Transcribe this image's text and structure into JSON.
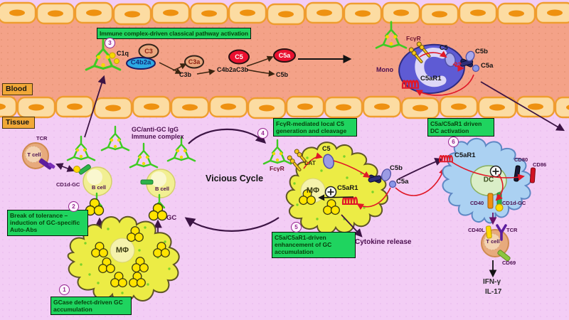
{
  "regions": {
    "blood": "Blood",
    "tissue": "Tissue"
  },
  "steps": {
    "s1": {
      "num": "1",
      "text": "GCase defect-driven GC accumulation"
    },
    "s2": {
      "num": "2",
      "text": "Break of tolerance – induction of GC-specific Auto-Abs"
    },
    "s3": {
      "num": "3",
      "text": "Immune complex-driven classical pathway activation"
    },
    "s4": {
      "num": "4",
      "text": "FcγR-mediated local C5 generation and cleavage"
    },
    "s5": {
      "num": "5",
      "text": "C5a/C5aR1-driven enhancement of GC accumulation"
    },
    "s6": {
      "num": "6",
      "text": "C5a/C5aR1 driven DC activation"
    }
  },
  "complement": {
    "c1q": "C1q",
    "c3": "C3",
    "c4b2a": "C4b2a",
    "c3a": "C3a",
    "c3b": "C3b",
    "c4b2a_c3b": "C4b2aC3b",
    "c5": "C5",
    "c5a": "C5a",
    "c5b": "C5b"
  },
  "mono": {
    "name": "Mono",
    "fcgr": "FcγR",
    "c5": "C5",
    "unknown": "??",
    "c5b": "C5b",
    "c5a": "C5a",
    "c5ar1": "C5aR1"
  },
  "tissue_text": {
    "immune_complex": "GC/anti-GC IgG Immune complex",
    "vicious_cycle": "Vicious Cycle",
    "cytokine": "Cytokine release",
    "gc": "GC",
    "ifng": "IFN-γ",
    "il17": "IL-17"
  },
  "left_cells": {
    "tcr": "TCR",
    "t_cell": "T cell",
    "cd1d_gc": "CD1d-GC",
    "b_cell_1": "B cell",
    "b_cell_2": "B cell"
  },
  "macrophages": {
    "m1": "MΦ",
    "m2": "MΦ",
    "fcgr": "FcγR",
    "lat": "LAT",
    "c5": "C5",
    "c5ar1": "C5aR1",
    "c5b": "C5b",
    "c5a": "C5a"
  },
  "dc": {
    "name": "DC",
    "c5ar1": "C5aR1",
    "cd80": "CD80",
    "cd86": "CD86",
    "cd40": "CD40",
    "cd1d_gc": "CD1d-GC"
  },
  "t_cell_right": {
    "name": "T cell",
    "cd40l": "CD40L",
    "tcr": "TCR",
    "cd69": "CD69"
  },
  "colors": {
    "green_box": "#1fd45f",
    "orange_box": "#f1a838",
    "blood_bg": "#f4a288",
    "tissue_bg": "#f3cdf5",
    "macrophage": "#ecec45",
    "monocyte": "#5e5bd4",
    "dendritic_cell": "#abd1f2",
    "red_signal": "#e01828",
    "label_purple": "#4c1050"
  }
}
